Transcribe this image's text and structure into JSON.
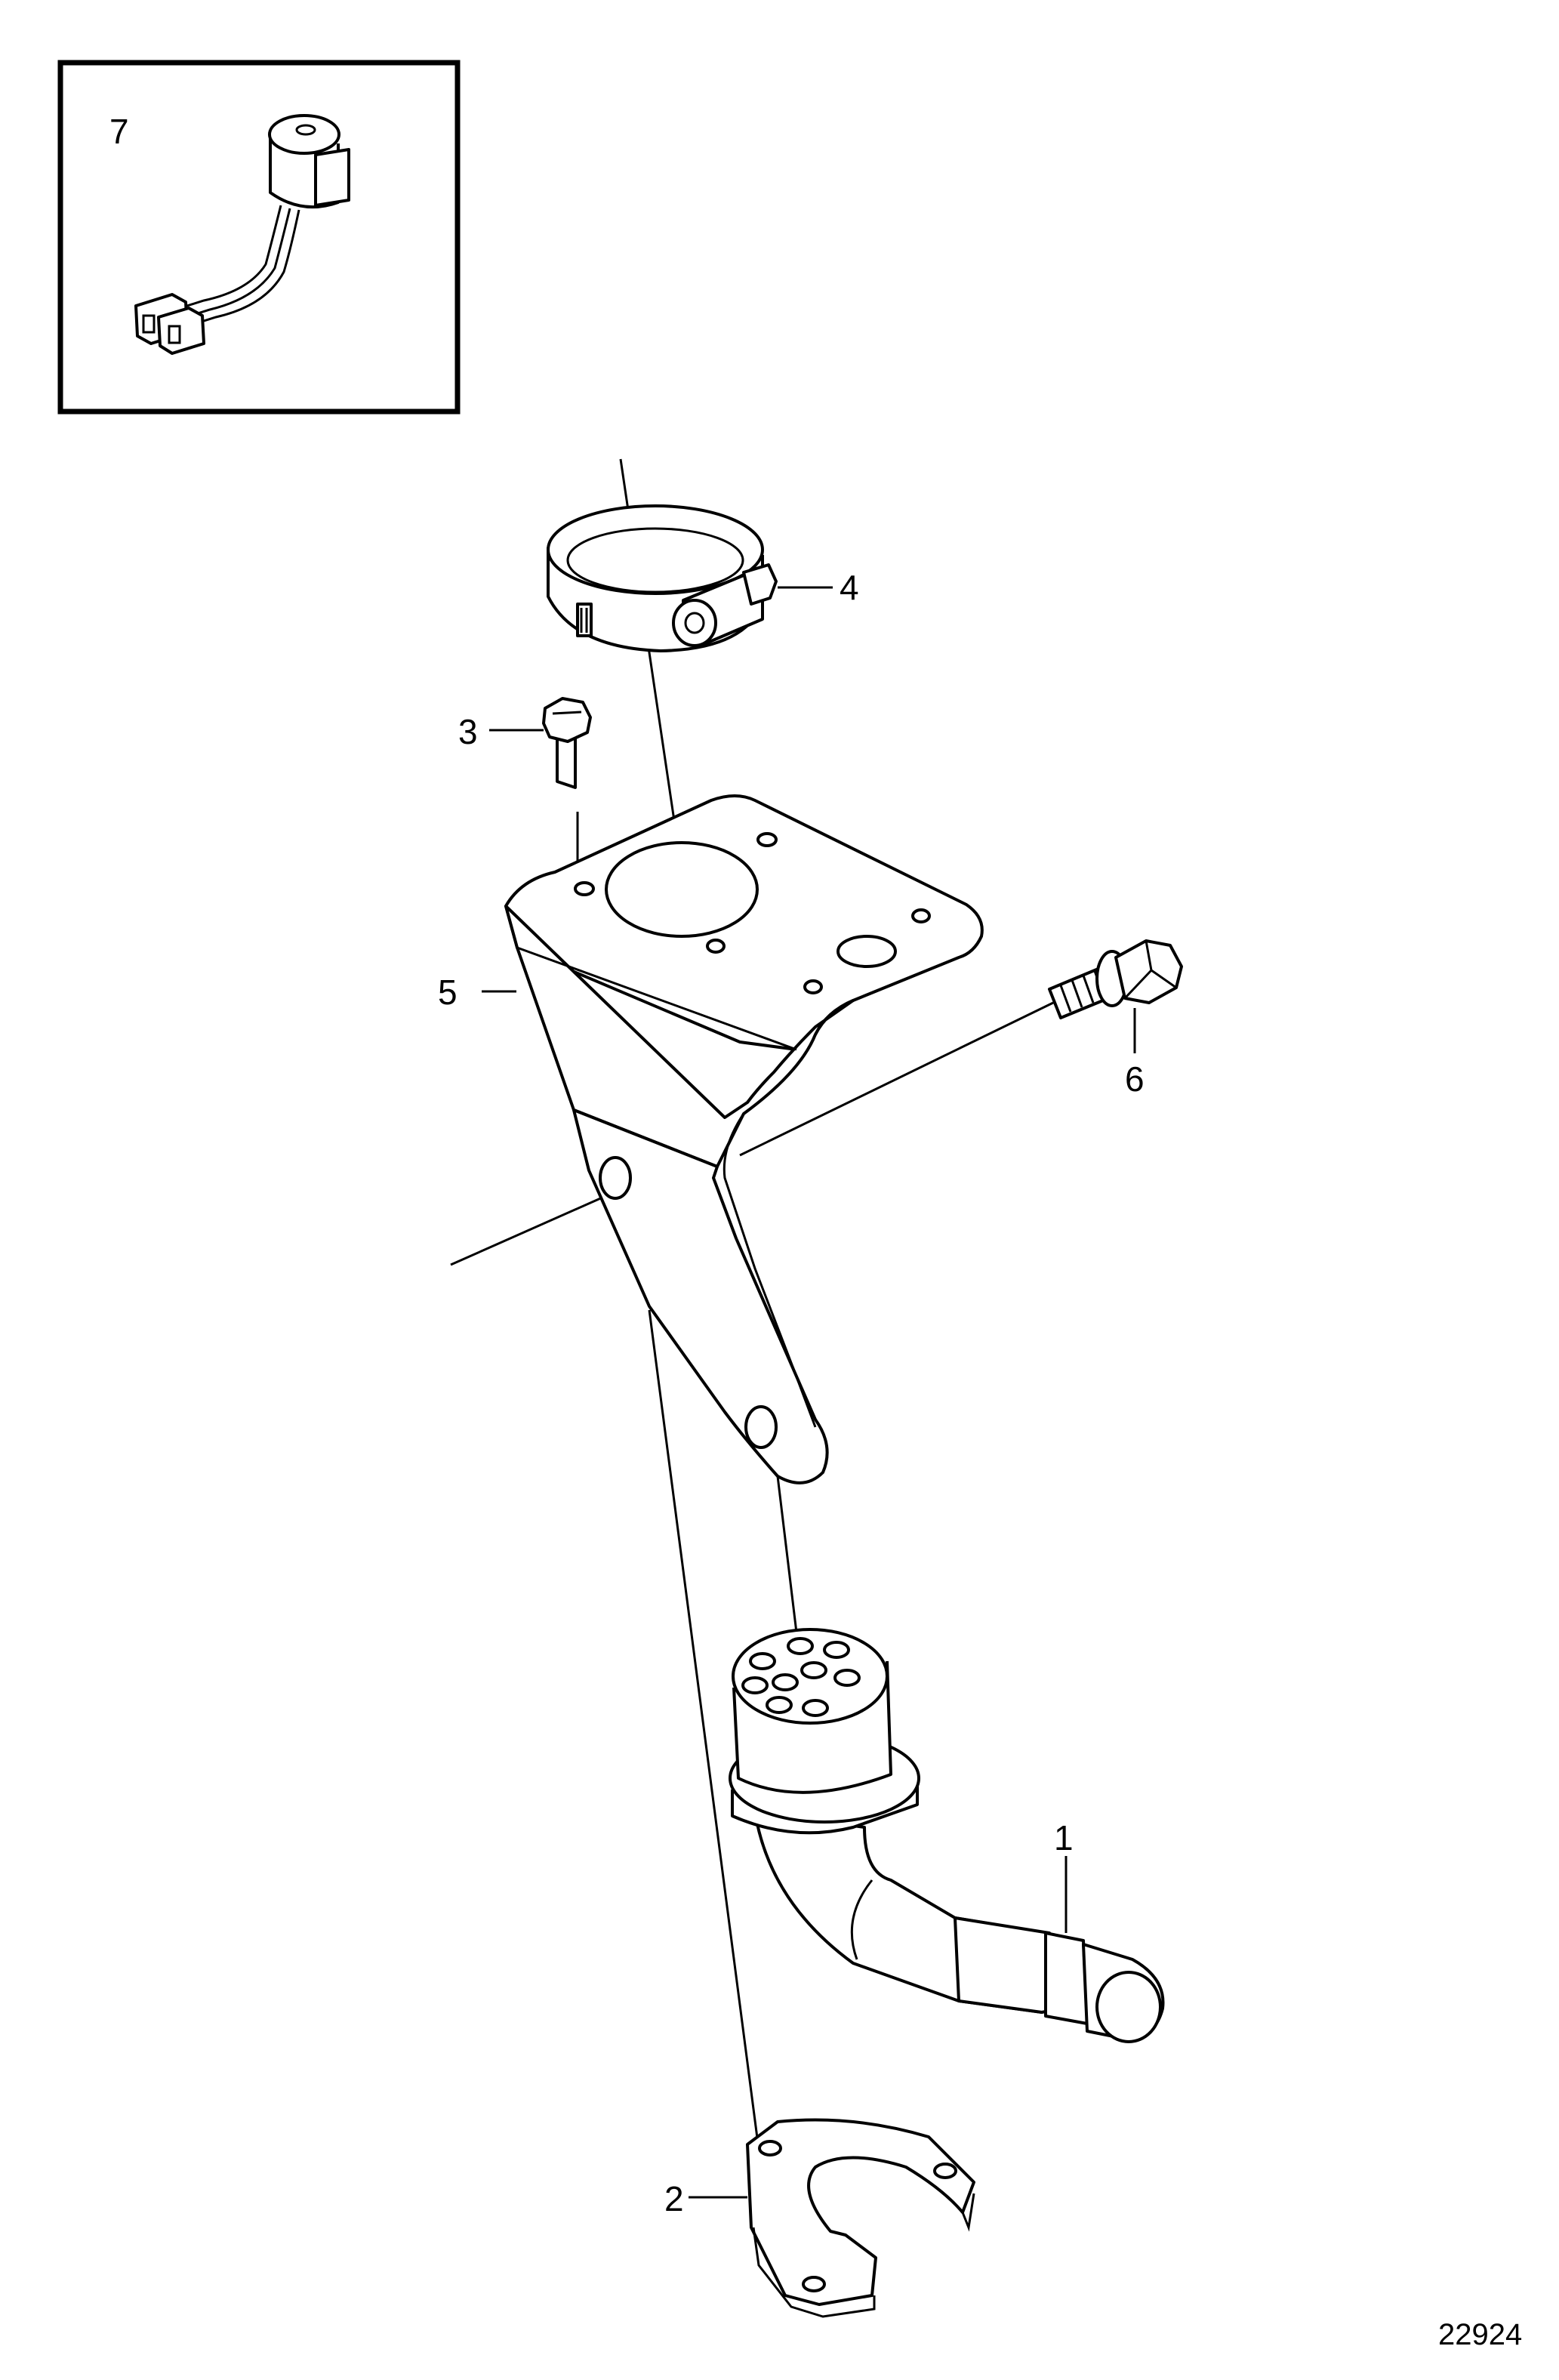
{
  "diagram": {
    "figure_number": "22924",
    "callouts": [
      {
        "id": "1",
        "label": "1",
        "part": "connector-elbow"
      },
      {
        "id": "2",
        "label": "2",
        "part": "retaining-clip"
      },
      {
        "id": "3",
        "label": "3",
        "part": "screw"
      },
      {
        "id": "4",
        "label": "4",
        "part": "hose-clamp"
      },
      {
        "id": "5",
        "label": "5",
        "part": "bracket"
      },
      {
        "id": "6",
        "label": "6",
        "part": "flange-bolt"
      },
      {
        "id": "7",
        "label": "7",
        "part": "sensor-with-cable"
      }
    ],
    "inset": {
      "label": "7"
    }
  }
}
